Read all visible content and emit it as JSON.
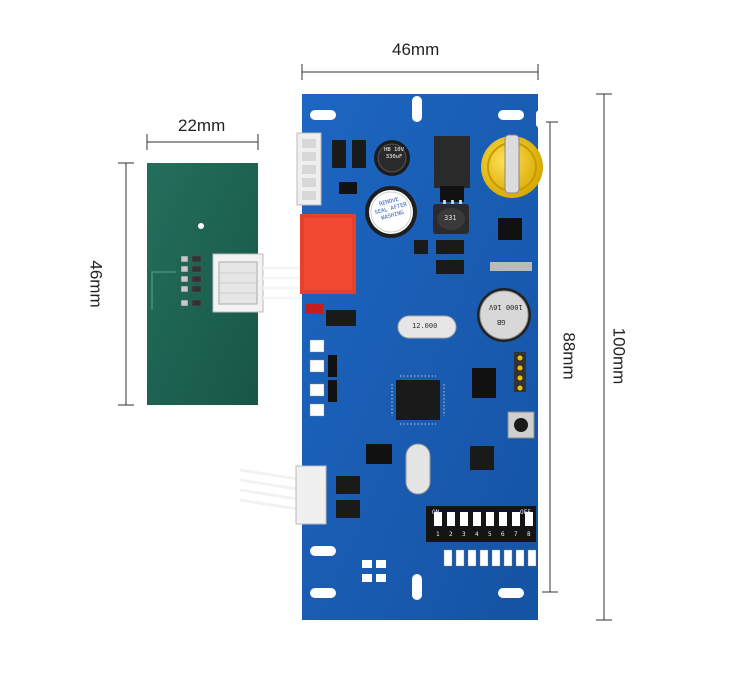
{
  "dimensions": {
    "main_width": "46mm",
    "main_height": "100mm",
    "main_inner_height": "88mm",
    "antenna_width": "22mm",
    "antenna_height": "46mm"
  },
  "components": {
    "buzzer_label": "REMOVE SEAL AFTER WASHING",
    "cap_top_label": "HB 10V 330uF",
    "cap_mid_label": "1000 16V",
    "cap_mid_label2": "GB",
    "inductor_label": "331",
    "crystal_label": "12.000",
    "dip_on_label": "ON",
    "dip_off_label": "OFF",
    "dip_numbers": [
      "1",
      "2",
      "3",
      "4",
      "5",
      "6",
      "7",
      "8"
    ]
  },
  "colors": {
    "pcb_blue": "#1a5fb4",
    "antenna_green": "#1f6f5a",
    "relay_red": "#e8402a",
    "battery_gold": "#f2c200",
    "silkscreen": "#ffffff"
  }
}
